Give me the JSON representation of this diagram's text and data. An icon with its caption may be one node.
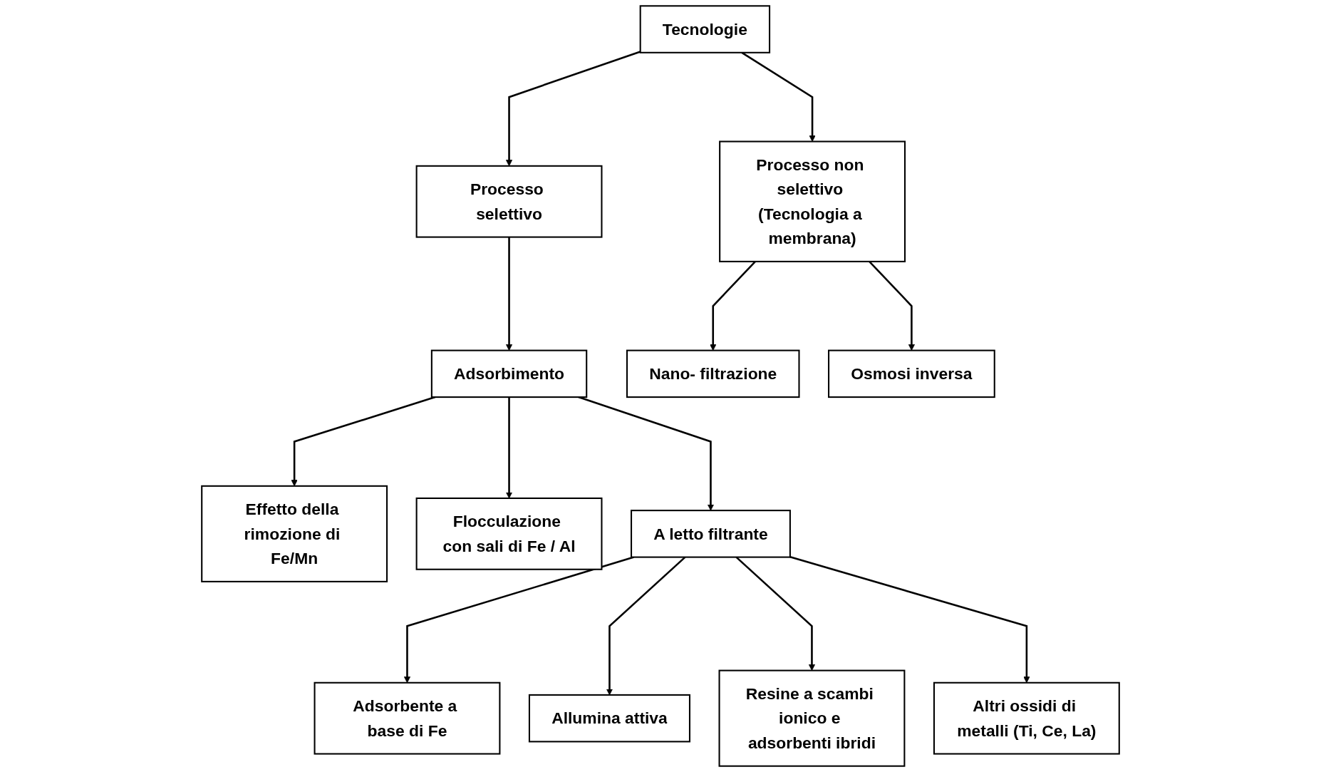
{
  "diagram": {
    "nodes": [
      {
        "text": [
          "Tecnologie"
        ]
      },
      {
        "text": [
          "Processo selettivo"
        ]
      },
      {
        "text": [
          "Processo non selettivo (Tecnologia a membrana)"
        ]
      },
      {
        "text": [
          "Adsorbimento"
        ]
      },
      {
        "text": [
          "Nano- filtrazione"
        ]
      },
      {
        "text": [
          "Osmosi inversa"
        ]
      },
      {
        "text": [
          "Effetto della rimozione di Fe/Mn"
        ]
      },
      {
        "text": [
          "Flocculazione con sali di Fe / Al"
        ]
      },
      {
        "text": [
          "A letto filtrante"
        ]
      },
      {
        "text": [
          "Adsorbente a base di Fe"
        ]
      },
      {
        "text": [
          "Allumina attiva"
        ]
      },
      {
        "text": [
          "Resine a scambi ionico e adsorbenti ibridi"
        ]
      },
      {
        "text": [
          "Altri ossidi di metalli (Ti, Ce, La)"
        ]
      }
    ],
    "edges": [
      {
        "from": 0,
        "to": 1,
        "arrow": "to"
      },
      {
        "from": 0,
        "to": 2,
        "arrow": "to"
      },
      {
        "from": 1,
        "to": 3,
        "arrow": "to"
      },
      {
        "from": 2,
        "to": 4,
        "arrow": "to"
      },
      {
        "from": 2,
        "to": 5,
        "arrow": "to"
      },
      {
        "from": 3,
        "to": 6,
        "arrow": "to"
      },
      {
        "from": 3,
        "to": 7,
        "arrow": "to"
      },
      {
        "from": 3,
        "to": 8,
        "arrow": "to"
      },
      {
        "from": 8,
        "to": 9,
        "arrow": "to"
      },
      {
        "from": 8,
        "to": 10,
        "arrow": "to"
      },
      {
        "from": 8,
        "to": 11,
        "arrow": "to"
      },
      {
        "from": 8,
        "to": 12,
        "arrow": "to"
      }
    ]
  }
}
